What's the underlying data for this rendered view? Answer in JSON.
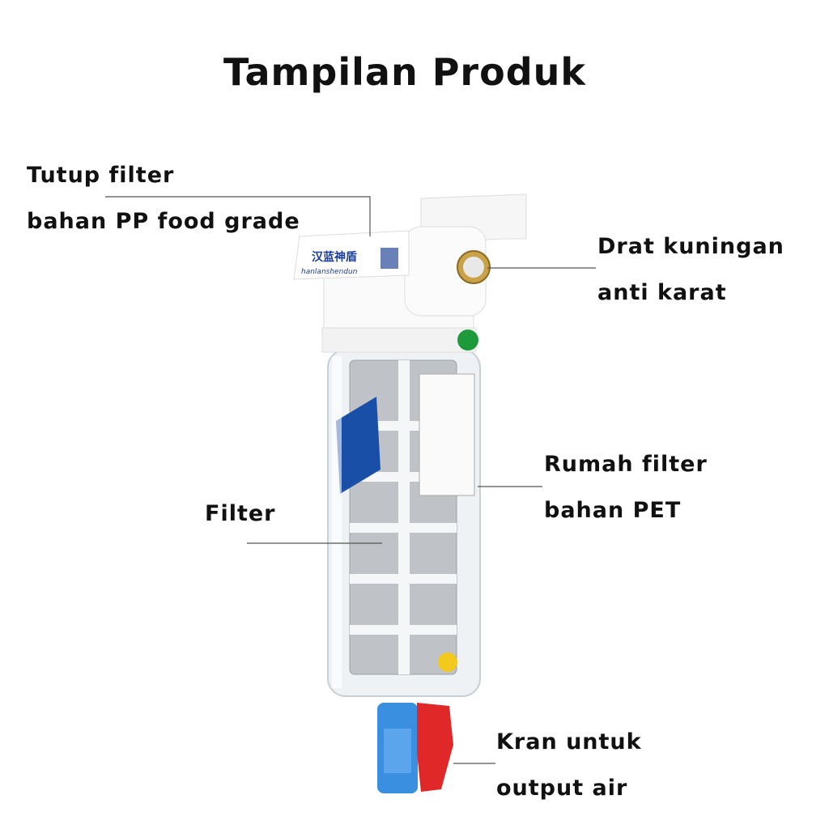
{
  "title": "Tampilan Produk",
  "labels": {
    "cap": [
      "Tutup filter",
      "bahan PP food grade"
    ],
    "thread": [
      "Drat kuningan",
      "anti karat"
    ],
    "housing": [
      "Rumah filter",
      "bahan PET"
    ],
    "filter": [
      "Filter"
    ],
    "valve": [
      "Kran untuk",
      "output air"
    ]
  },
  "product": {
    "logo_text": "汉蓝神盾",
    "logo_subtext": "hanlanshendun",
    "inlet_badge_color": "#1f9a3a",
    "outlet_badge_color": "#f2c91c",
    "brass_color": "#c9a24a",
    "valve_body_color": "#3a8fe0",
    "valve_handle_color": "#e02828"
  }
}
